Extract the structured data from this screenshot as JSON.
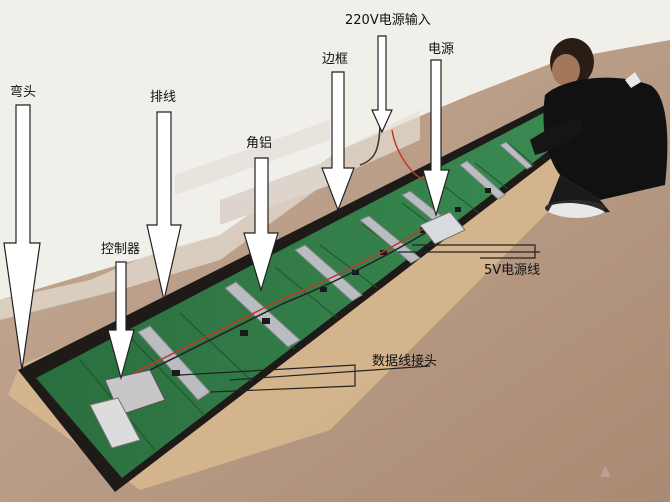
{
  "labels": {
    "bend": "弯头",
    "ribbon": "排线",
    "angle_al": "角铝",
    "frame": "边框",
    "input_220v": "220V电源输入",
    "psu": "电源",
    "controller": "控制器",
    "wire_5v": "5V电源线",
    "data_conn": "数据线接头"
  },
  "colors": {
    "floor": "#b89a82",
    "wall": "#f1efea",
    "frame": "#1d1a18",
    "pcb": "#2f7a45",
    "rail": "#b9bcc0"
  }
}
